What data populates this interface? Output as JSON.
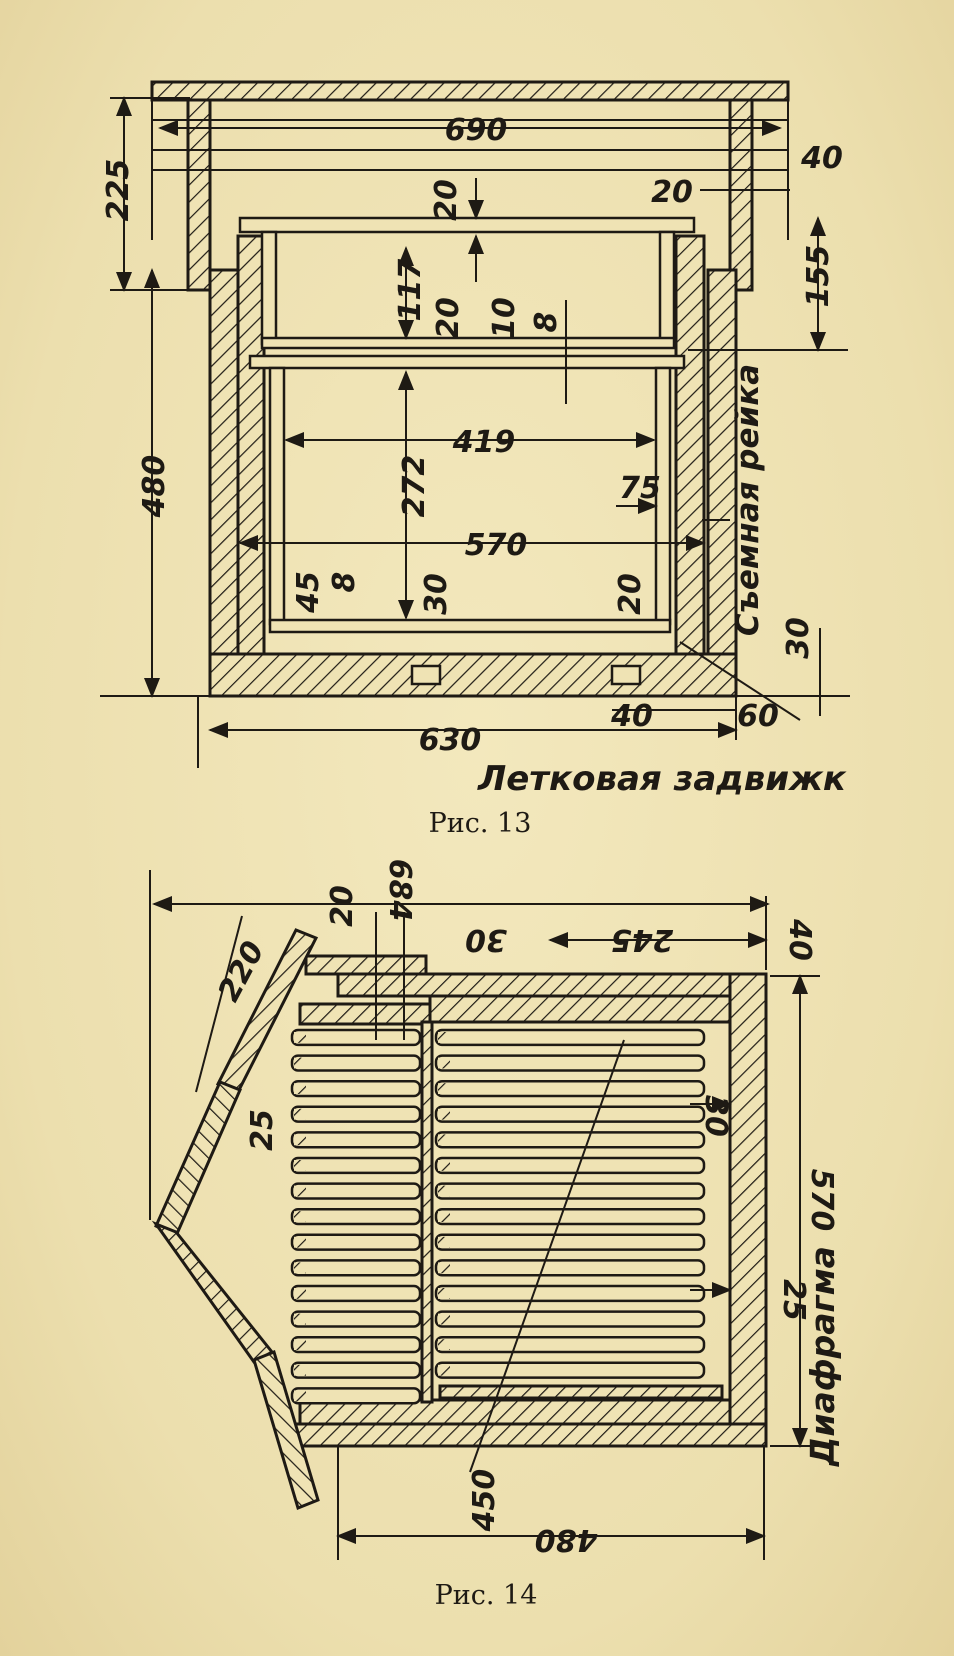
{
  "figure13": {
    "caption": "Рис. 13",
    "dims": {
      "d690": "690",
      "d225": "225",
      "d40": "40",
      "d20_top_right": "20",
      "d20_top": "20",
      "d155": "155",
      "d117": "117",
      "d20_mid": "20",
      "d10": "10",
      "d8_mid": "8",
      "d480": "480",
      "d419": "419",
      "d272": "272",
      "d75": "75",
      "d570": "570",
      "d45": "45",
      "d8_low": "8",
      "d30_low": "30",
      "d20_low": "20",
      "d30_right": "30",
      "d630": "630",
      "d40_bottom": "40",
      "d60": "60"
    },
    "labels": {
      "removable_rail": "Съемная рейка",
      "entrance_slide": "Летковая задвижк"
    }
  },
  "figure14": {
    "caption": "Рис. 14",
    "dims": {
      "d684": "684",
      "d20": "20",
      "d30": "30",
      "d245": "245",
      "d40": "40",
      "d220": "220",
      "d25": "25",
      "d570": "570",
      "d450": "450",
      "d480": "480",
      "d30_right": "30",
      "d25_right": "25"
    },
    "labels": {
      "diaphragm": "Диафрагма"
    }
  }
}
